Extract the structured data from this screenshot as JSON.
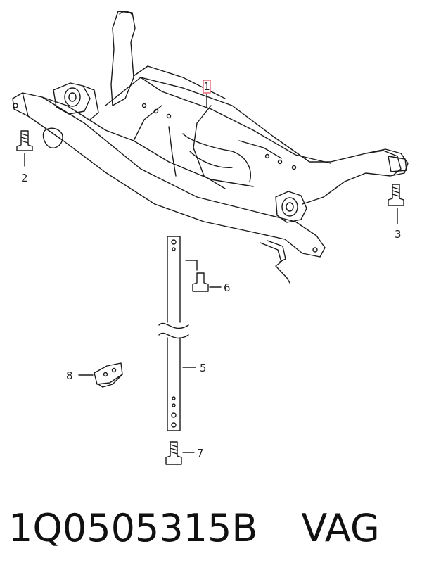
{
  "callouts": {
    "c1": "1",
    "c2": "2",
    "c3": "3",
    "c5": "5",
    "c6": "6",
    "c7": "7",
    "c8": "8"
  },
  "colors": {
    "highlight": "#e04a5a",
    "line": "#1a1a1a"
  },
  "caption": {
    "part_number": "1Q0505315B",
    "brand": "VAG"
  }
}
